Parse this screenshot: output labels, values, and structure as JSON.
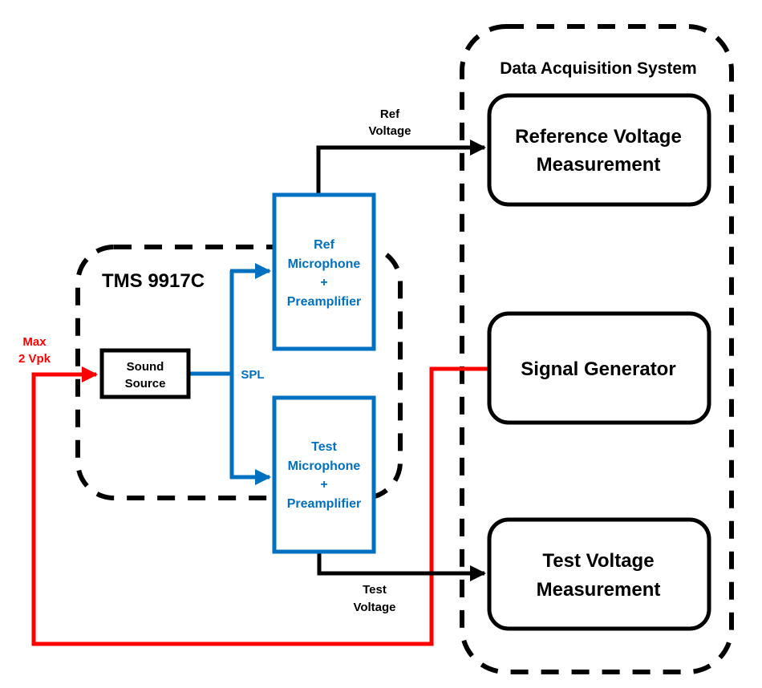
{
  "colors": {
    "black": "#000000",
    "blue": "#0070C0",
    "red": "#FF0000"
  },
  "groups": {
    "tms": {
      "label": "TMS 9917C"
    },
    "daq": {
      "label": "Data Acquisition System"
    }
  },
  "blocks": {
    "sound_source": {
      "line1": "Sound",
      "line2": "Source"
    },
    "ref_mic": {
      "line1": "Ref",
      "line2": "Microphone",
      "line3": "+",
      "line4": "Preamplifier"
    },
    "test_mic": {
      "line1": "Test",
      "line2": "Microphone",
      "line3": "+",
      "line4": "Preamplifier"
    },
    "ref_voltage_meas": {
      "line1": "Reference Voltage",
      "line2": "Measurement"
    },
    "signal_generator": {
      "line1": "Signal Generator"
    },
    "test_voltage_meas": {
      "line1": "Test Voltage",
      "line2": "Measurement"
    }
  },
  "signals": {
    "max_voltage": {
      "line1": "Max",
      "line2": "2 Vpk"
    },
    "spl": {
      "label": "SPL"
    },
    "ref_voltage": {
      "line1": "Ref",
      "line2": "Voltage"
    },
    "test_voltage": {
      "line1": "Test",
      "line2": "Voltage"
    }
  }
}
